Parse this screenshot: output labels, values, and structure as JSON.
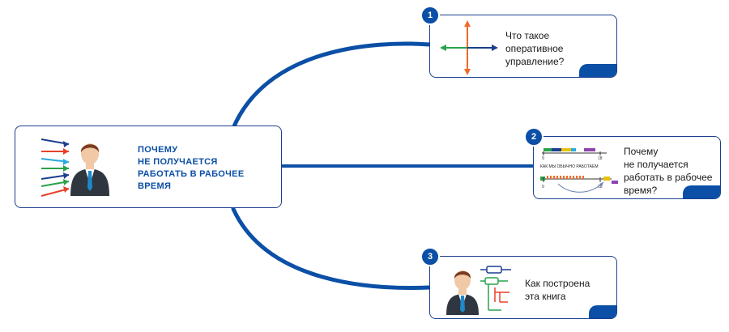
{
  "central": {
    "title": "ПОЧЕМУ\nНЕ ПОЛУЧАЕТСЯ\nРАБОТАТЬ В РАБОЧЕЕ\nВРЕМЯ"
  },
  "topics": [
    {
      "number": "1",
      "title": "Что такое\nоперативное\nуправление?"
    },
    {
      "number": "2",
      "title": "Почему\nне получается\nработать в рабочее\nвремя?"
    },
    {
      "number": "3",
      "title": "Как построена\nэта книга"
    }
  ],
  "timeline": {
    "tick_start": "9",
    "tick_end": "18",
    "caption": "КАК МЫ ОБЫЧНО РАБОТАЕМ"
  },
  "colors": {
    "brand_blue": "#0b4fa6",
    "arrow_green": "#2aa24a",
    "arrow_red": "#e8402a",
    "arrow_cyan": "#28a8e0",
    "arrow_navy": "#1b3f8f",
    "axis_orange": "#f26a2a"
  }
}
